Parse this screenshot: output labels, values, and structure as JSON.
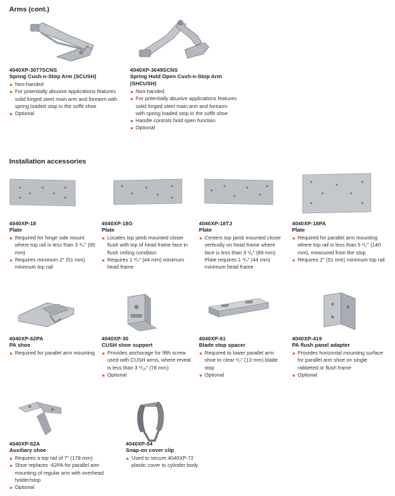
{
  "sections": {
    "arms_title": "Arms (cont.)",
    "accessories_title": "Installation accessories"
  },
  "arms": [
    {
      "code": "4040XP-3077SCNS",
      "name": "Spring Cush-n-Stop Arm (SCUSH)",
      "bullets": [
        "Non-handed",
        "For potentially abusive applications features solid forged steel main arm and forearm with spring loaded stop in the soffit shoe",
        "Optional"
      ]
    },
    {
      "code": "4040XP-3049SCNS",
      "name": "Spring Hold Open Cush-n-Stop Arm (SHCUSH)",
      "bullets": [
        "Non-handed",
        "For potentially abusive applications features solid forged steel main arm and forearm with spring loaded stop in the soffit shoe",
        "Handle controls hold open function",
        "Optional"
      ]
    }
  ],
  "accessories": [
    {
      "code": "4040XP-18",
      "name": "Plate",
      "bullets": [
        "Required for hinge side mount where top rail is less than 3 ³/₄\" (95 mm)",
        "Requires minimum 2\" (51 mm) minimum top rail"
      ]
    },
    {
      "code": "4040XP-18G",
      "name": "Plate",
      "bullets": [
        "Locates top jamb mounted closer flush with top of head frame face in flush ceiling condition",
        "Requires 1 ³/₄\" (44 mm) minimum head frame"
      ]
    },
    {
      "code": "4040XP-18TJ",
      "name": "Plate",
      "bullets": [
        "Centers top jamb mounted closer vertically on head frame where face is less than 3 ¹/₂\" (89 mm). Plate requires 1 ³/₄\" (44 mm) minimum head frame"
      ]
    },
    {
      "code": "4040XP-18PA",
      "name": "Plate",
      "bullets": [
        "Required for parallel arm mounting where top rail is less than 5 ¹/₂\" (140 mm), measured from the stop",
        "Requires 2\" (51 mm) minimum top rail"
      ]
    },
    {
      "code": "4040XP-62PA",
      "name": "PA shoe",
      "bullets": [
        "Required for parallel arm mounting"
      ]
    },
    {
      "code": "4040XP-30",
      "name": "CUSH shoe support",
      "bullets": [
        "Provides anchorage for fifth screw used with CUSH arms, where reveal is less than 3 ¹/₁₆\" (78 mm)",
        "Optional"
      ]
    },
    {
      "code": "4040XP-61",
      "name": "Blade stop spacer",
      "bullets": [
        "Required to lower parallel arm shoe to clear ¹/₂\" (13 mm) blade stop",
        "Optional"
      ]
    },
    {
      "code": "4040XP-419",
      "name": "PA flush panel adapter",
      "bullets": [
        "Provides horizontal mounting surface for parallel arm shoe on single rabbeted or flush frame",
        "Optional"
      ]
    },
    {
      "code": "4040XP-62A",
      "name": "Auxiliary shoe",
      "bullets": [
        "Requires a top rail of 7\" (178 mm)",
        "Shoe replaces -62PA for parallel arm mounting of regular arm with overhead holder/stop",
        "Optional"
      ]
    },
    {
      "code": "4040XP-54",
      "name": "Snap-on cover clip",
      "bullets": [
        "Used to secure 4040XP-72 plastic cover to cylinder body"
      ]
    }
  ],
  "colors": {
    "bullet": "#e8702a",
    "metal": "#b9bcc1",
    "metal_dark": "#8a8e95"
  }
}
